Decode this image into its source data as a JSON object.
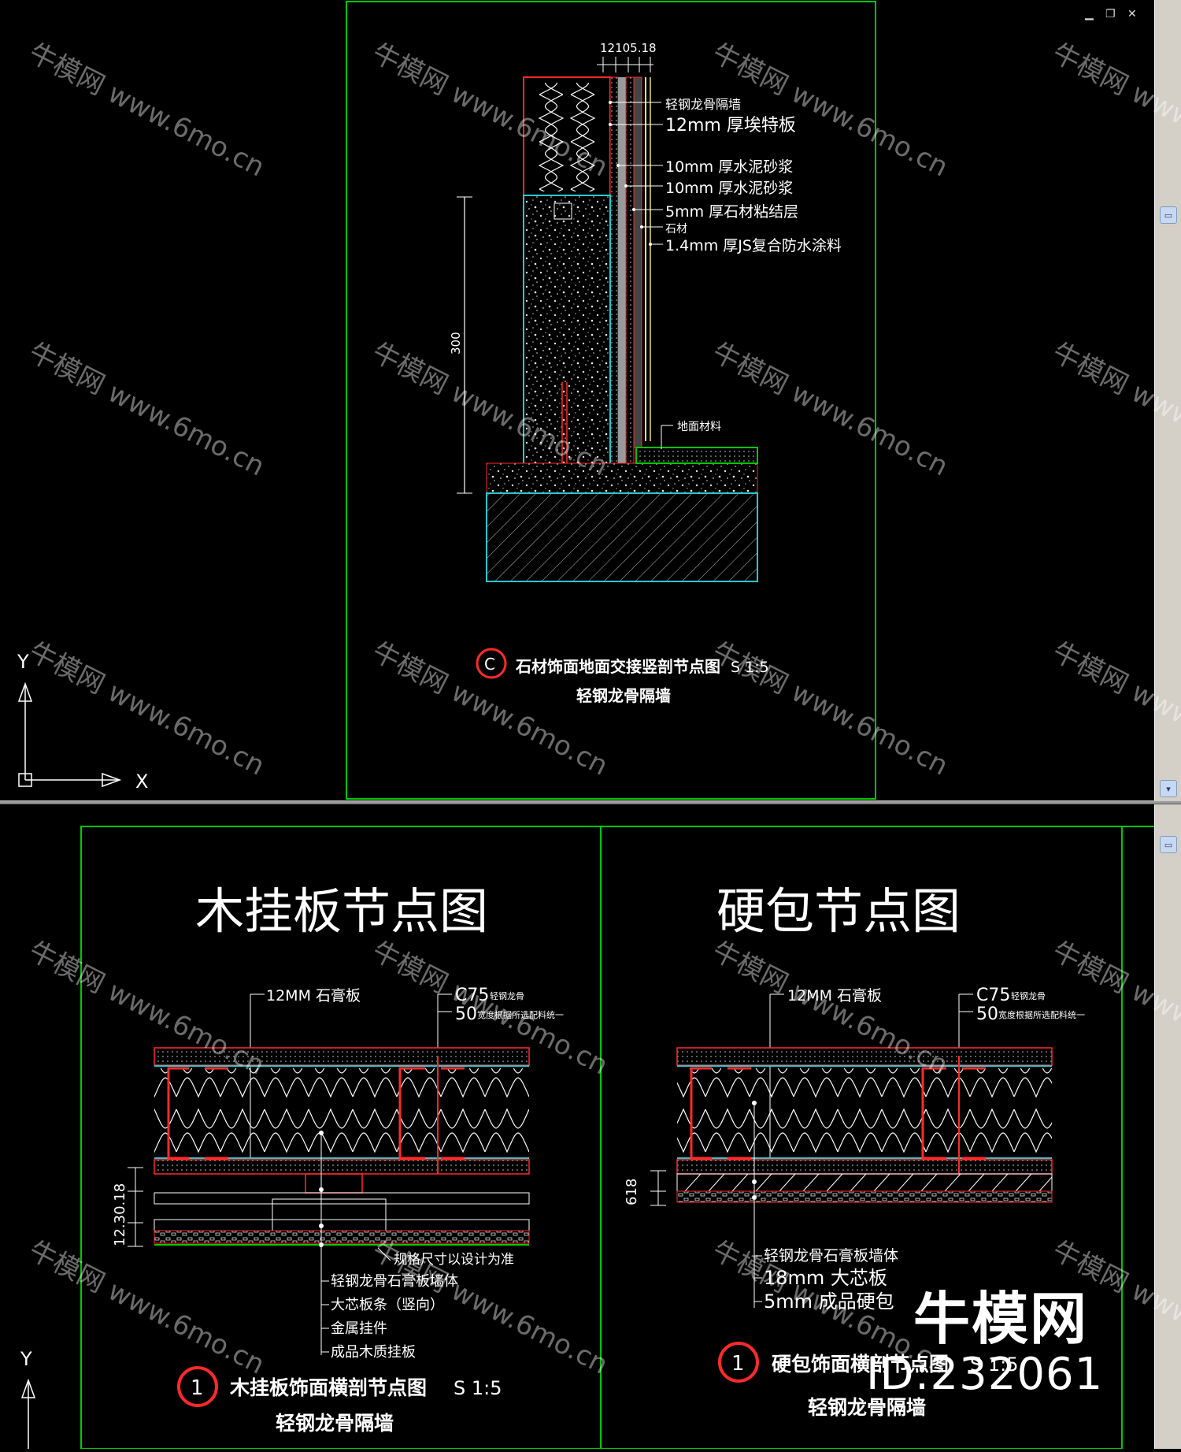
{
  "window_controls": {
    "minimize": "▁",
    "restore": "❐",
    "close": "✕"
  },
  "ucs": {
    "y_label": "Y",
    "x_label": "X"
  },
  "detail_c": {
    "dims_top": "12105.18",
    "labels": [
      "轻钢龙骨隔墙",
      "12mm 厚埃特板",
      "10mm 厚水泥砂浆",
      "10mm 厚水泥砂浆",
      "5mm 厚石材粘结层",
      "石材",
      "1.4mm 厚JS复合防水涂料"
    ],
    "dim_vertical": "300",
    "floor_label": "地面材料",
    "callout": "C",
    "title": "石材饰面地面交接竖剖节点图",
    "scale": "S 1:5",
    "subtitle": "轻钢龙骨隔墙"
  },
  "detail_wood": {
    "heading": "木挂板节点图",
    "label_board": "12MM 石膏板",
    "label_keel_a": "C75",
    "label_keel_a_note": "轻钢龙骨",
    "label_keel_b": "50",
    "label_keel_b_note": "宽度根据所选配料统一",
    "dims_side_a": "12",
    "dims_side_b": "30",
    "dims_side_c": "18",
    "dims_side_d": "12.30.18",
    "note_design": "规格尺寸以设计为准",
    "legend": [
      "轻钢龙骨石膏板墙体",
      "大芯板条（竖向）",
      "金属挂件",
      "成品木质挂板"
    ],
    "callout": "1",
    "title": "木挂板饰面横剖节点图",
    "scale": "S 1:5",
    "subtitle": "轻钢龙骨隔墙"
  },
  "detail_hard": {
    "heading": "硬包节点图",
    "label_board": "12MM 石膏板",
    "label_keel_a": "C75",
    "label_keel_a_note": "轻钢龙骨",
    "label_keel_b": "50",
    "label_keel_b_note": "宽度根据所选配料统一",
    "dims_side": "618",
    "legend": [
      "轻钢龙骨石膏板墙体",
      "18mm 大芯板",
      "5mm 成品硬包"
    ],
    "callout": "1",
    "title": "硬包饰面横剖节点图",
    "scale": "S 1:5",
    "subtitle": "轻钢龙骨隔墙"
  },
  "watermark": {
    "text": "牛模网 www.6mo.cn"
  },
  "brand": {
    "logo": "牛模网",
    "id": "ID:232061"
  },
  "colors": {
    "frame": "#00c800",
    "dim": "#ff2a2a",
    "cyan": "#28c8d0",
    "text": "#ffffff",
    "yellow": "#e8e070"
  }
}
